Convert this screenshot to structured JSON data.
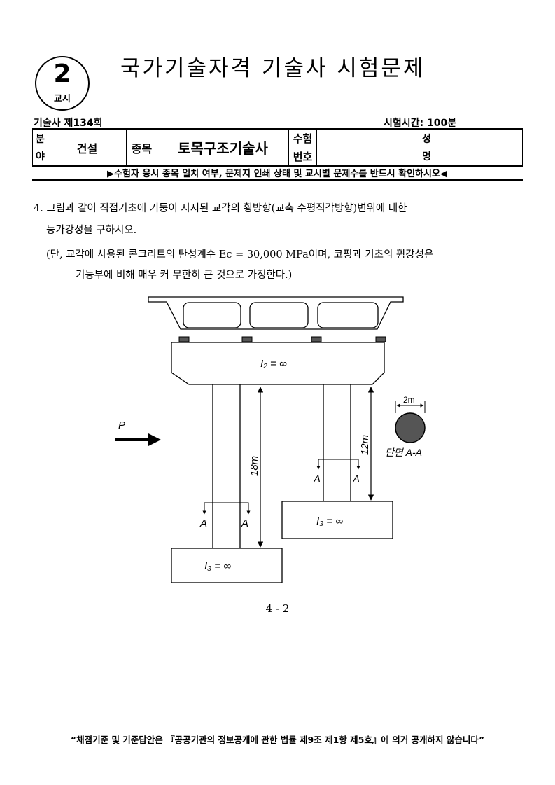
{
  "header": {
    "session_number": "2",
    "session_label": "교시",
    "title": "국가기술자격 기술사 시험문제",
    "exam_round": "기술사  제134회",
    "exam_time": "시험시간: 100분"
  },
  "info_table": {
    "field_label_top": "분",
    "field_label_bottom": "야",
    "field_value": "건설",
    "category_label": "종목",
    "category_value": "토목구조기술사",
    "exam_no_label_top": "수험",
    "exam_no_label_bottom": "번호",
    "exam_no_value": "",
    "name_label_top": "성",
    "name_label_bottom": "명",
    "name_value": ""
  },
  "notice": "▶수험자 응시 종목 일치 여부, 문제지 인쇄 상태 및 교시별 문제수를 반드시 확인하시오◀",
  "question": {
    "line1": "4. 그림과 같이 직접기초에 기둥이 지지된 교각의 횡방향(교축 수평직각방향)변위에 대한",
    "line2": "등가강성을 구하시오.",
    "line3": "(단, 교각에 사용된 콘크리트의 탄성계수 Ec = 30,000 MPa이며, 코핑과 기초의 휨강성은",
    "line4": "기둥부에 비해 매우 커 무한히 큰 것으로 가정한다.)"
  },
  "figure": {
    "load_label": "P",
    "coping_label": "I₂ = ∞",
    "footing_left_label": "I₃ = ∞",
    "footing_right_label": "I₃ = ∞",
    "height_left": "18m",
    "height_right": "12m",
    "section_marker": "A",
    "section_diameter": "2m",
    "section_caption": "단면 A-A"
  },
  "page_number": "4 - 2",
  "footer": "“채점기준 및 기준답안은 『공공기관의 정보공개에 관한 법률 제9조 제1항 제5호』에 의거 공개하지 않습니다”"
}
